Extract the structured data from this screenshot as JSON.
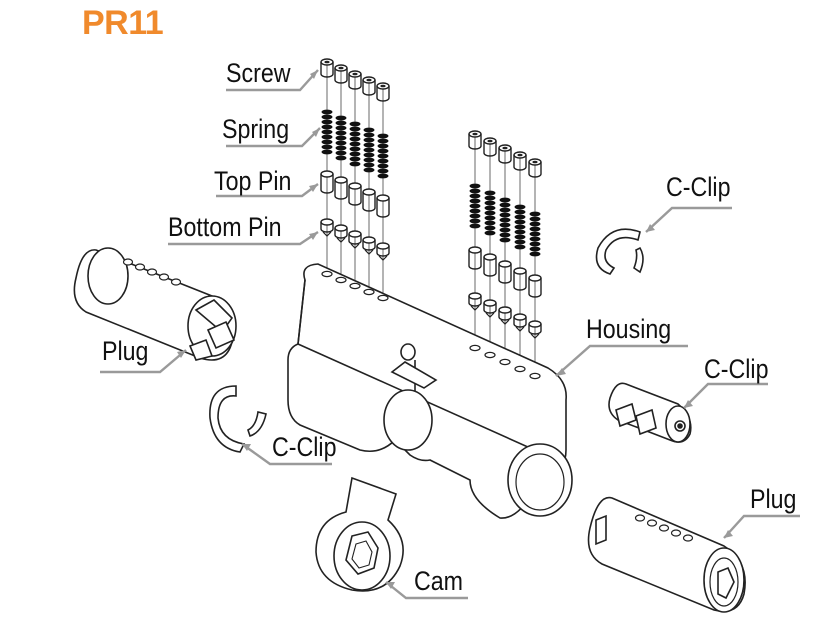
{
  "title": "PR11",
  "labels": {
    "screw": "Screw",
    "spring": "Spring",
    "top_pin": "Top Pin",
    "bottom_pin": "Bottom Pin",
    "plug_left": "Plug",
    "c_clip_top": "C-Clip",
    "housing": "Housing",
    "c_clip_right": "C-Clip",
    "c_clip_left": "C-Clip",
    "plug_right": "Plug",
    "cam": "Cam"
  },
  "colors": {
    "title": "#f08a2c",
    "leader": "#9a9a9a",
    "line": "#222222"
  }
}
